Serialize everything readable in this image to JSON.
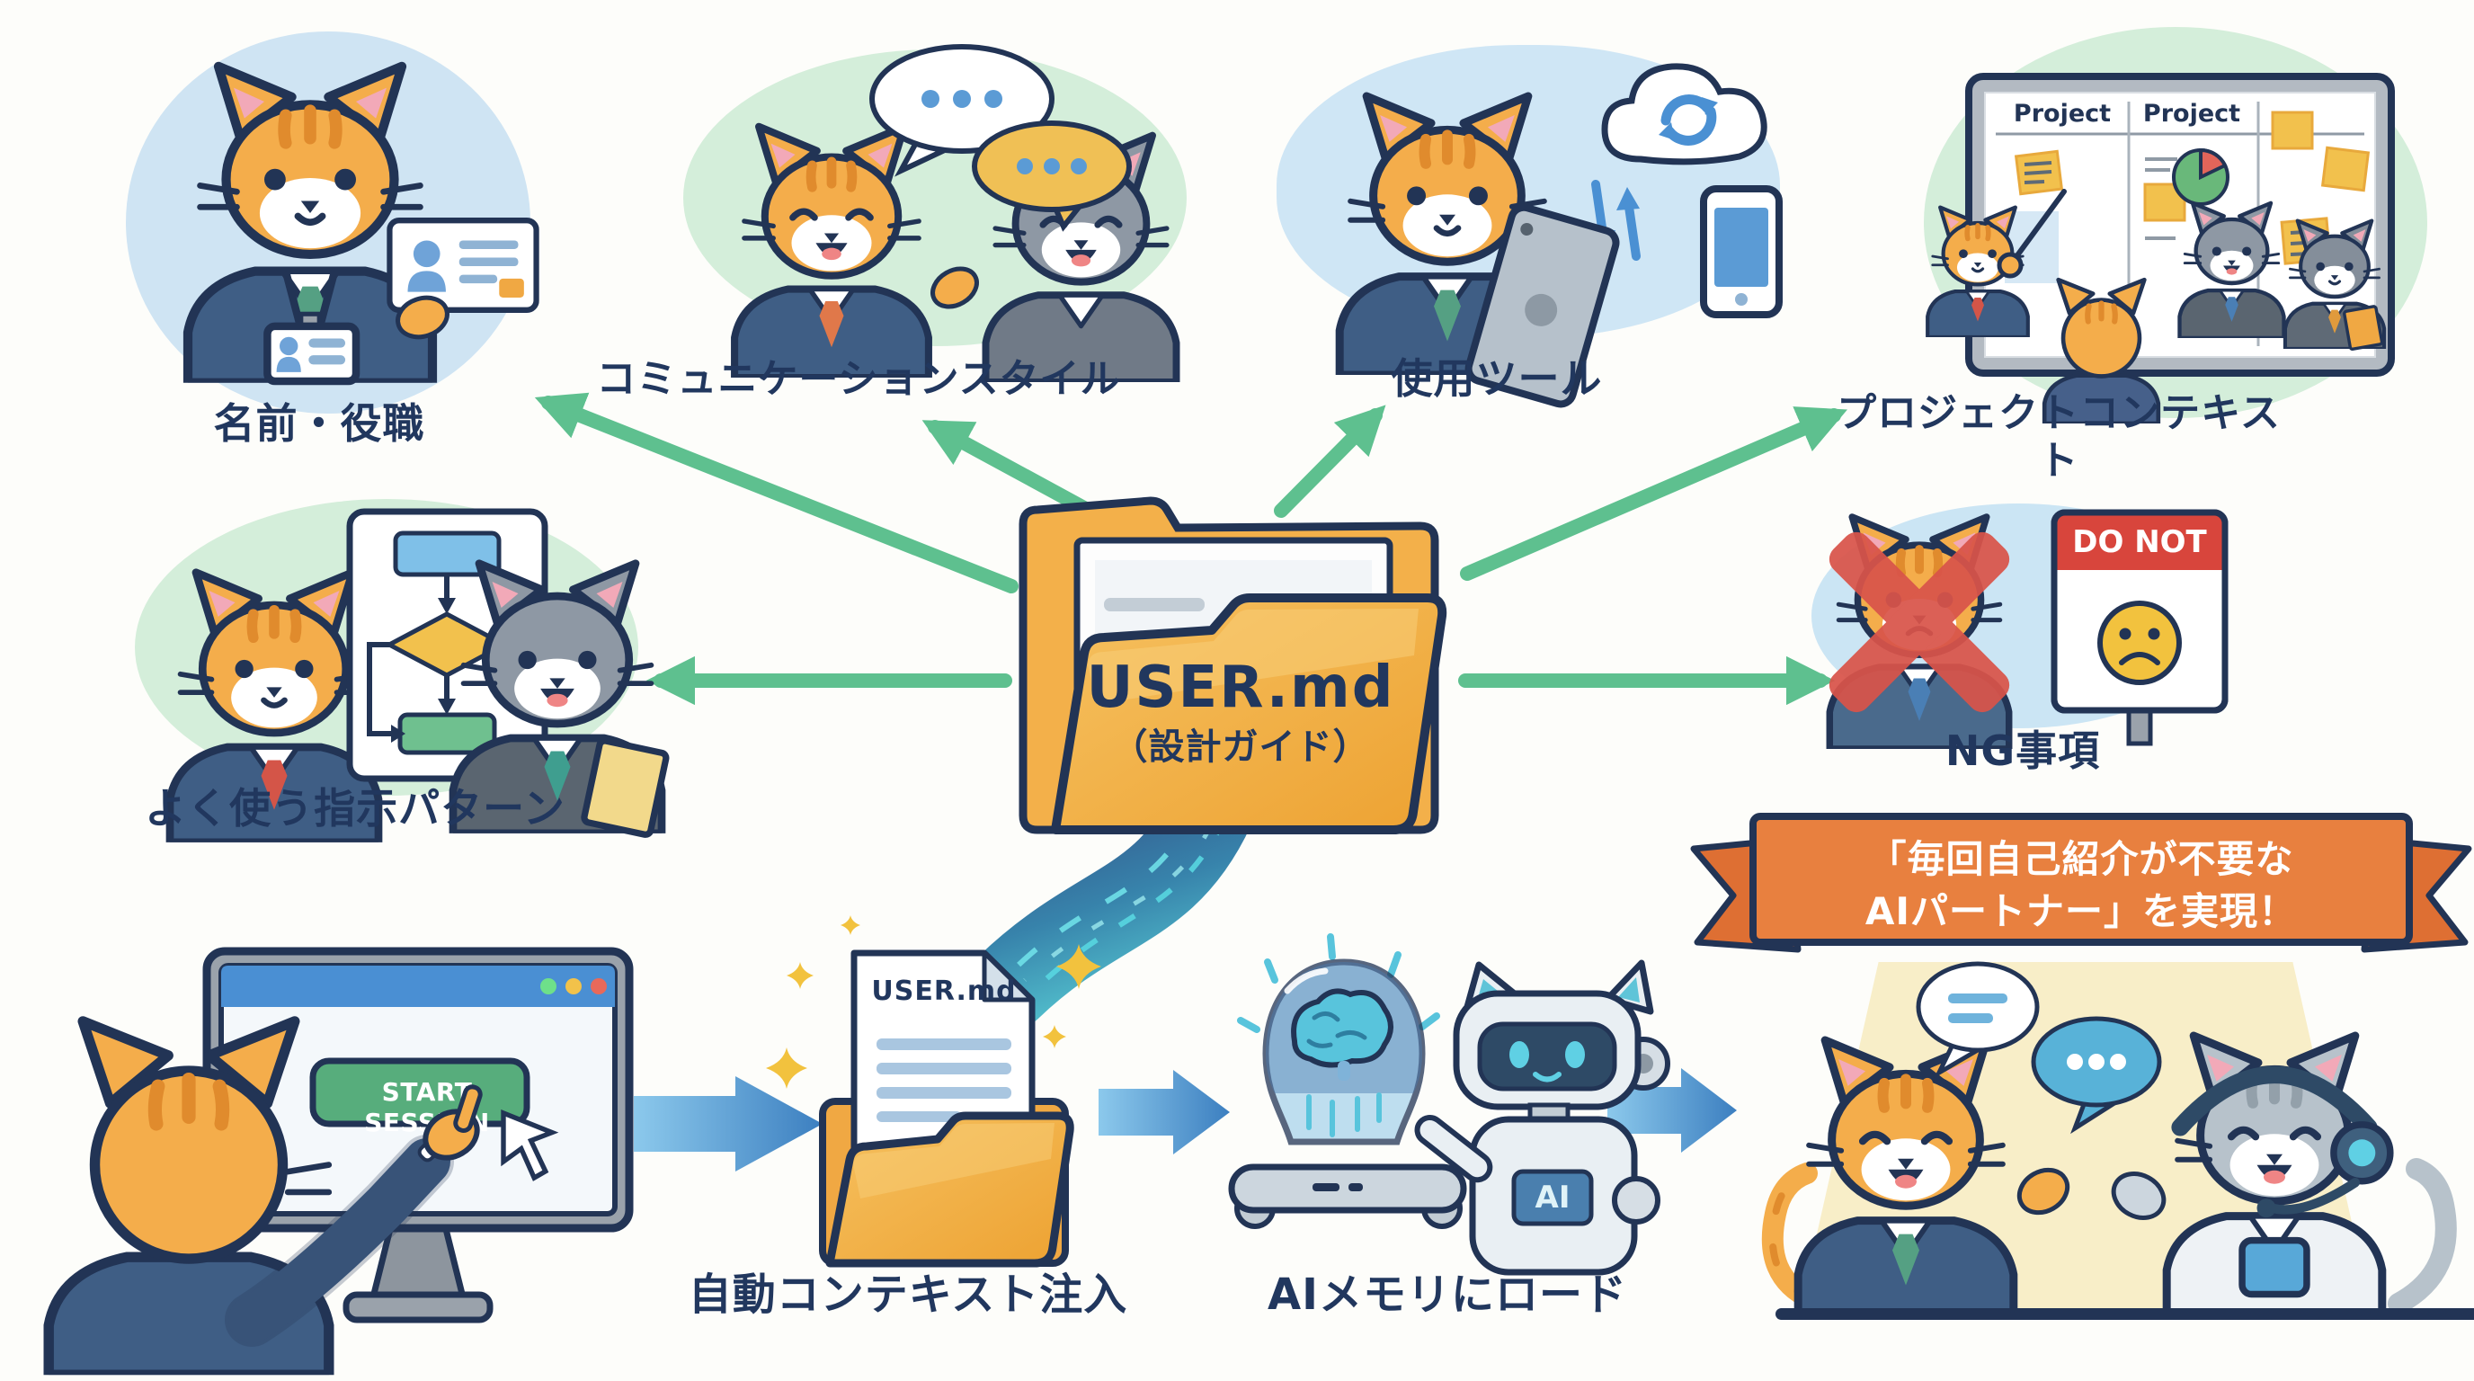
{
  "scenes": {
    "name_role": {
      "label": "名前・役職"
    },
    "communication": {
      "label": "コミュニケーションスタイル"
    },
    "tools": {
      "label": "使用ツール"
    },
    "project_context": {
      "label": "プロジェクトコンテキスト",
      "board_col1": "Project",
      "board_col2": "Project"
    },
    "instruction_patterns": {
      "label": "よく使う指示パターン"
    },
    "ng_items": {
      "label": "NG事項",
      "sign_text": "DO NOT"
    },
    "center_folder": {
      "title": "USER.md",
      "subtitle": "（設計ガイド）"
    },
    "session_start": {
      "button": "START SESSION"
    },
    "auto_context": {
      "label": "自動コンテキスト注入",
      "doc_title": "USER.md"
    },
    "ai_memory": {
      "label": "AIメモリにロード",
      "badge": "AI"
    },
    "result": {
      "banner_line1": "「毎回自己紹介が不要な",
      "banner_line2": "AIパートナー」を実現！"
    }
  },
  "colors": {
    "arrow_green": "#5ec08f",
    "arrow_blue": "#4f95d0",
    "folder_orange": "#f2ae45",
    "banner_orange": "#e8803f",
    "text_navy": "#21375e",
    "do_not_red": "#d8453c",
    "button_green": "#57ad7c"
  }
}
